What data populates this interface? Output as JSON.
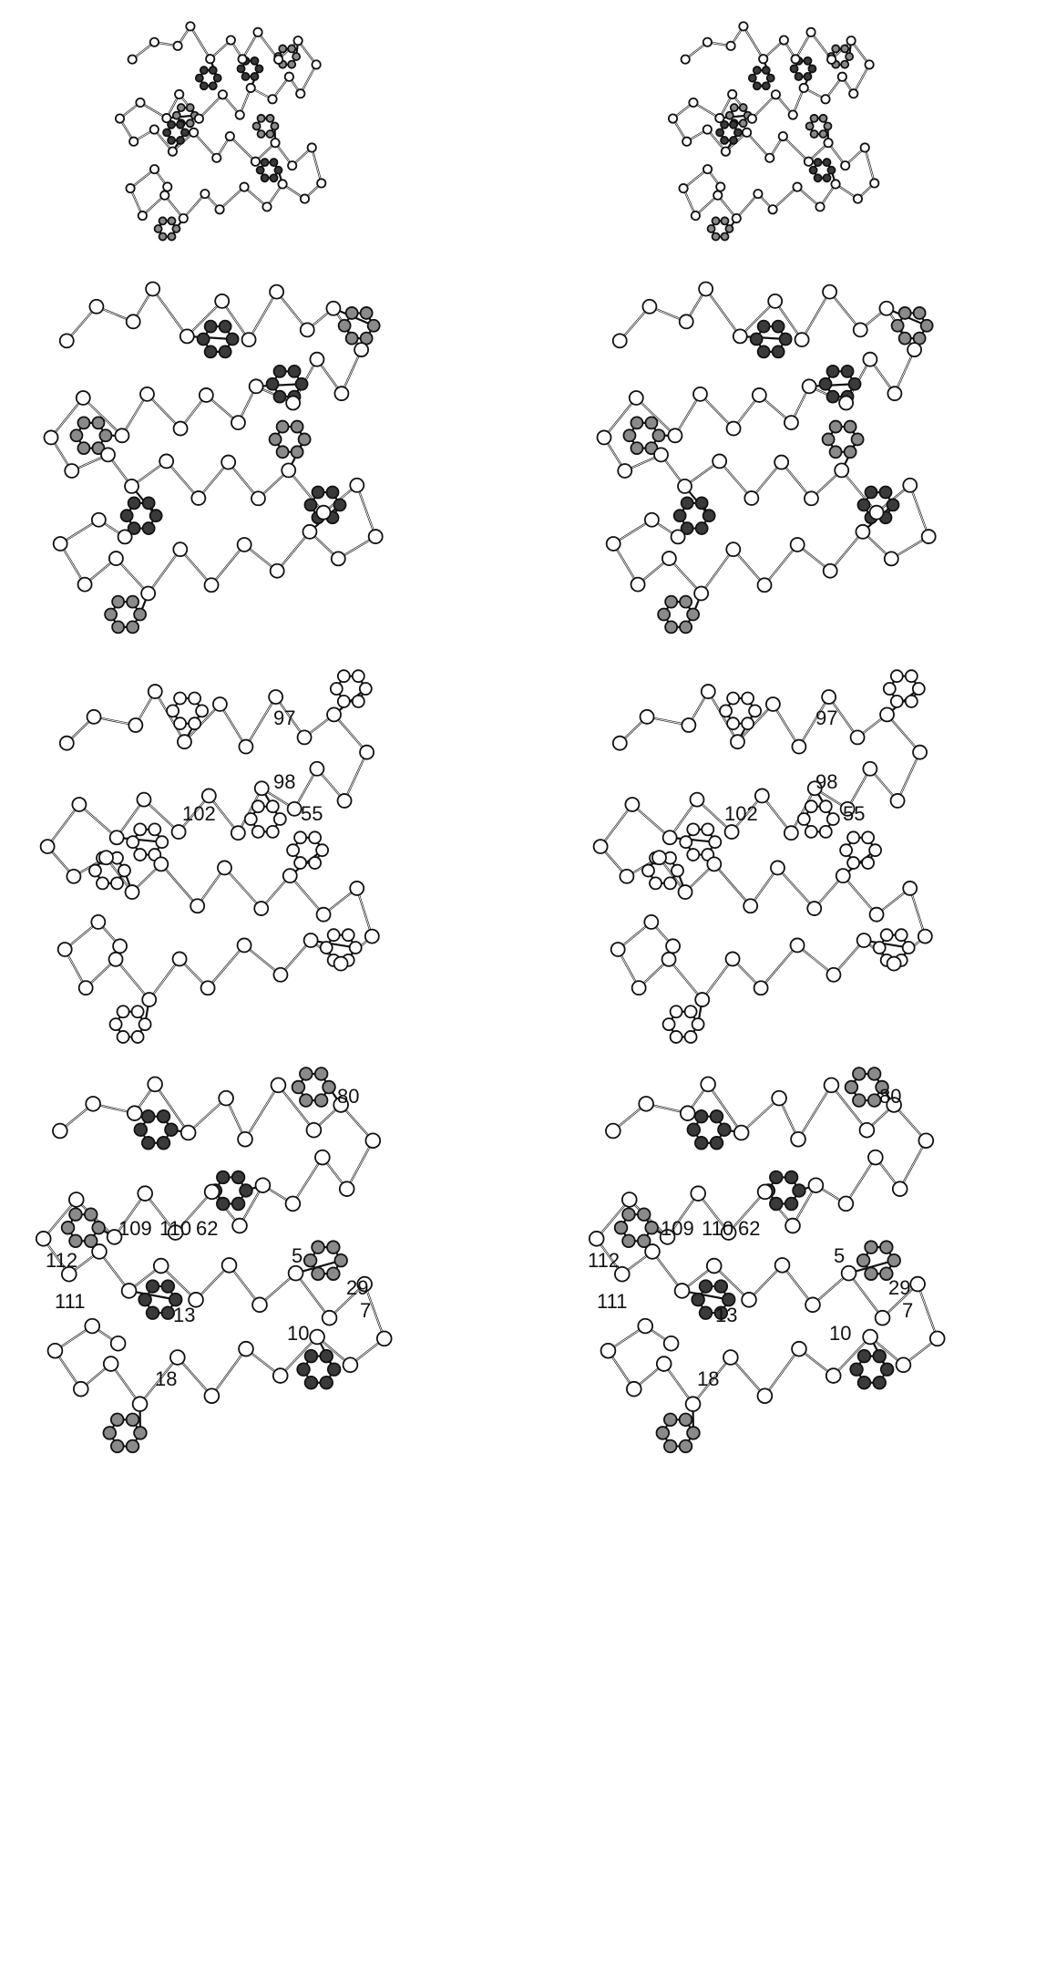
{
  "figure": {
    "layout": "stereo pairs, 4 rows x 2 columns (left eye / right eye)",
    "colors": {
      "atom_open": "#ffffff",
      "atom_dark": "#3a3a3a",
      "atom_hatched": "#8a8a8a",
      "line": "#111111"
    },
    "rows": [
      {
        "id": "row-1",
        "labels": []
      },
      {
        "id": "row-2",
        "labels": []
      },
      {
        "id": "row-3",
        "labels": [
          "97",
          "98",
          "55",
          "102"
        ]
      },
      {
        "id": "row-4",
        "labels": [
          "80",
          "109",
          "110",
          "62",
          "112",
          "111",
          "5",
          "29",
          "7",
          "13",
          "18",
          "10"
        ]
      }
    ]
  }
}
